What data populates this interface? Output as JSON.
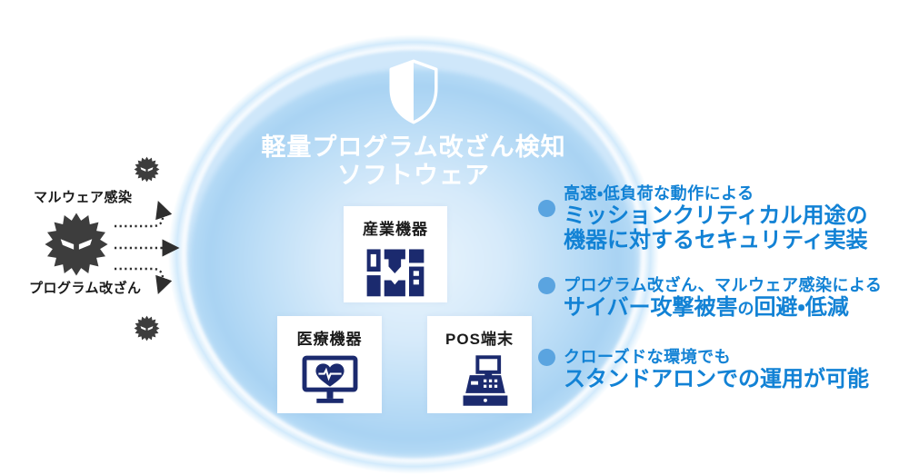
{
  "solution": {
    "title_line1": "軽量プログラム改ざん検知",
    "title_line2": "ソフトウェア"
  },
  "threats": {
    "malware_label": "マルウェア感染",
    "tamper_label": "プログラム改ざん"
  },
  "devices": [
    {
      "label": "産業機器"
    },
    {
      "label": "医療機器"
    },
    {
      "label": "POS端末"
    }
  ],
  "benefits": [
    {
      "small": "高速・低負荷な動作による",
      "big_line1": "ミッションクリティカル用途の",
      "big_line2": "機器に対するセキュリティ実装"
    },
    {
      "small": "プログラム改ざん、マルウェア感染による",
      "big_part1": "サイバー攻撃被害",
      "big_particle": "の",
      "big_part2": "回避・低減"
    },
    {
      "small": "クローズドな環境でも",
      "big_line1": "スタンドアロンでの運用が可能"
    }
  ],
  "icons": {
    "shield": "shield-icon",
    "malware": "virus-icon",
    "industrial": "industrial-machine-icon",
    "medical": "medical-monitor-icon",
    "pos": "pos-register-icon"
  },
  "colors": {
    "accent-blue": "#1282d5",
    "bullet-blue": "#5aa4e0",
    "icon-navy": "#1b2a6e",
    "circle-blue": "#a9d3f3",
    "malware-gray": "#3d3d3d",
    "label-black": "#1a1a1a"
  }
}
